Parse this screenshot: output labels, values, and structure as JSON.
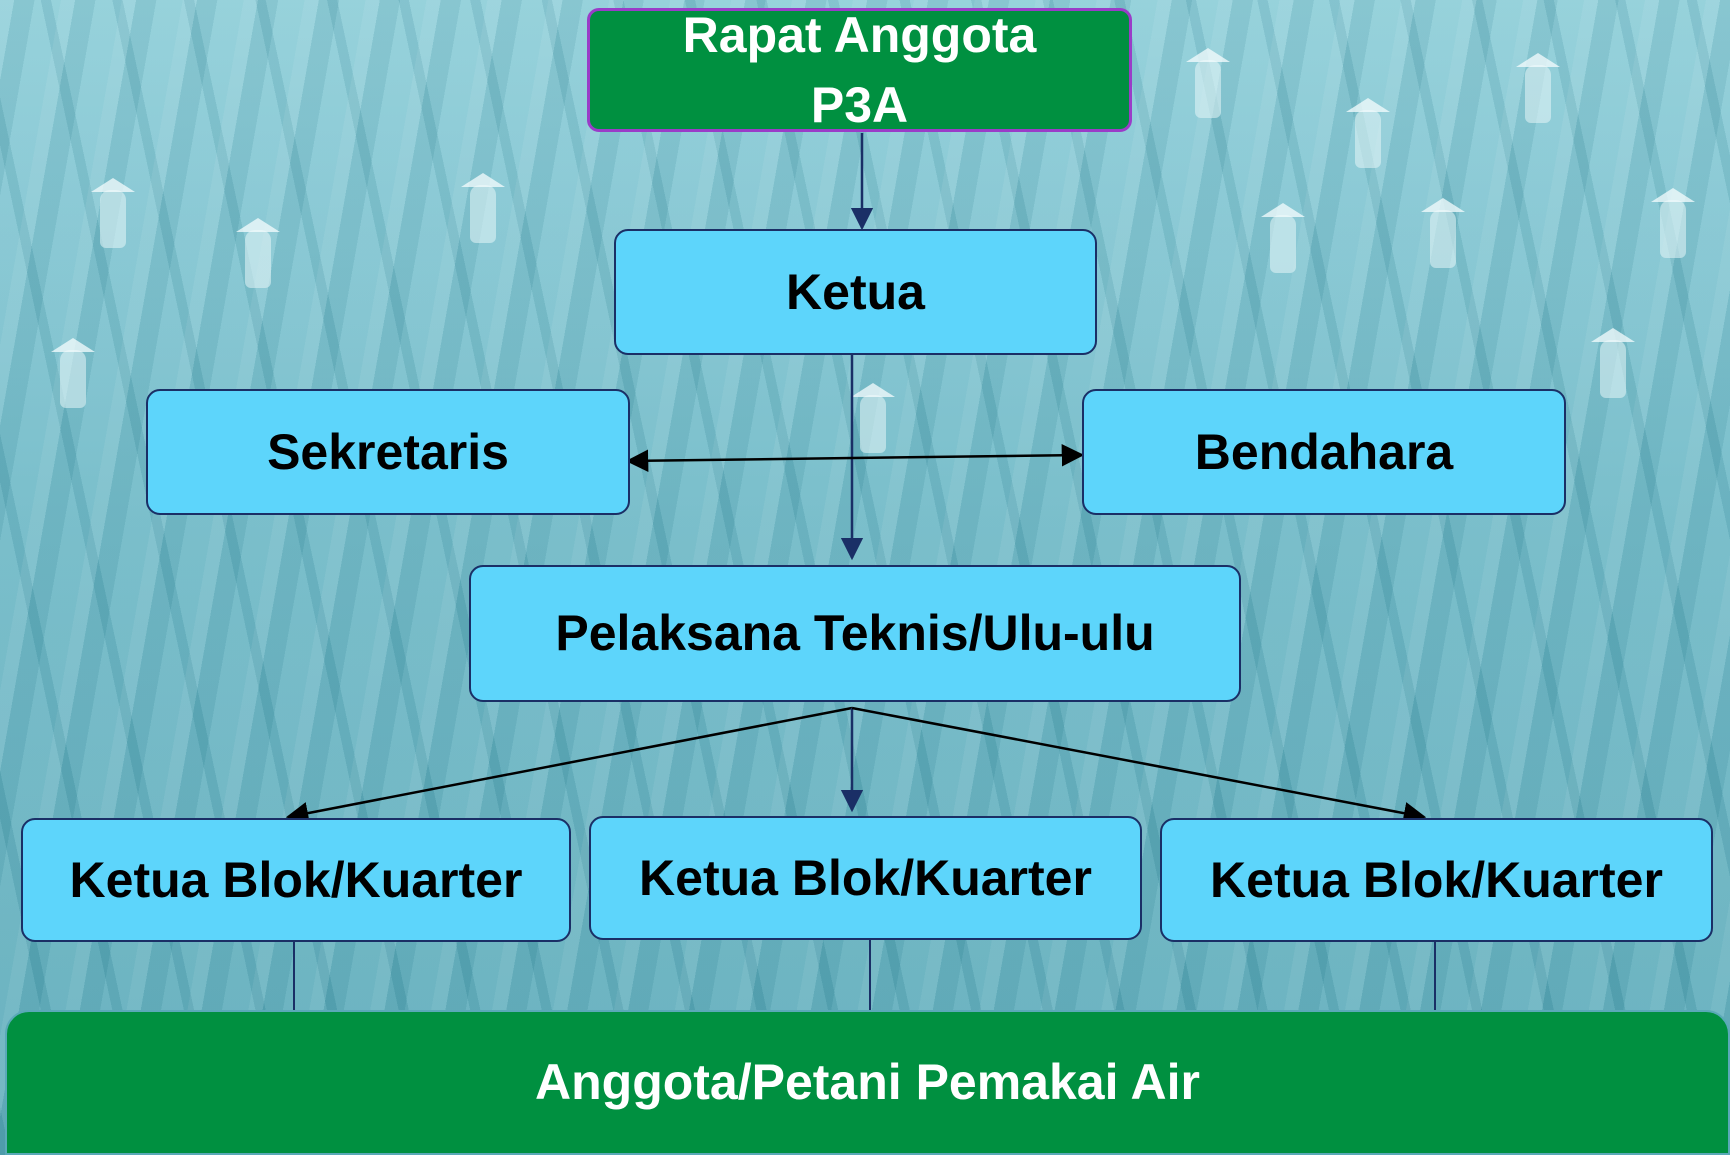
{
  "colors": {
    "top_box_fill": "#009040",
    "top_box_border": "#9a3cc8",
    "node_fill": "#5dd5fb",
    "node_border": "#1a2f66",
    "bottom_box_fill": "#009040",
    "arrow_color": "#000000",
    "background": "#6db8c6"
  },
  "background": {
    "description_icon": "rice-field-workers-photo"
  },
  "nodes": {
    "rapat_anggota": {
      "line1": "Rapat Anggota",
      "line2": "P3A"
    },
    "ketua": {
      "label": "Ketua"
    },
    "sekretaris": {
      "label": "Sekretaris"
    },
    "bendahara": {
      "label": "Bendahara"
    },
    "pelaksana": {
      "label": "Pelaksana Teknis/Ulu-ulu"
    },
    "blok": [
      {
        "label": "Ketua Blok/Kuarter"
      },
      {
        "label": "Ketua Blok/Kuarter"
      },
      {
        "label": "Ketua Blok/Kuarter"
      }
    ],
    "anggota": {
      "label": "Anggota/Petani Pemakai Air"
    }
  }
}
